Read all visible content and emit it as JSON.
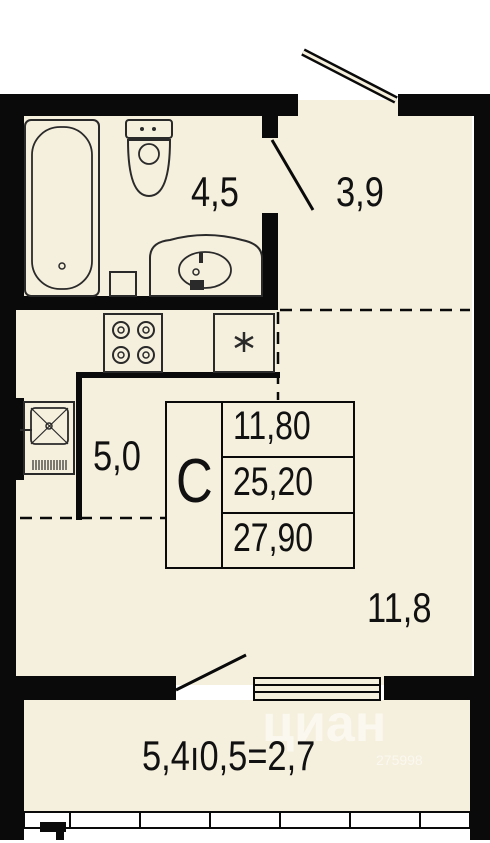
{
  "colors": {
    "floor": "#f5efdd",
    "wall": "#0a0a0a",
    "fixture_stroke": "#2a2a2a",
    "watermark": "#ffffff"
  },
  "rooms": {
    "bathroom": "4,5",
    "hallway": "3,9",
    "kitchen": "5,0",
    "living": "11,8",
    "balcony": "5,4ı0,5=2,7"
  },
  "summary": {
    "type_letter": "С",
    "living_area": "11,80",
    "total_area_no_balcony": "25,20",
    "total_area": "27,90"
  },
  "watermark": {
    "brand": "циан",
    "code": "275998"
  },
  "icons": [
    "bathtub-icon",
    "toilet-icon",
    "washbasin-icon",
    "stove-icon",
    "fridge-icon",
    "sink-icon"
  ]
}
